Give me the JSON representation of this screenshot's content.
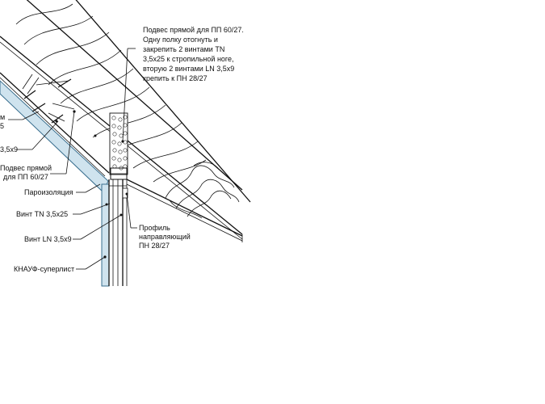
{
  "callouts": {
    "hanger_note": [
      "Подвес прямой для ПП 60/27.",
      "Одну полку отогнуть и",
      "закрепить 2 винтами TN",
      "3,5х25 к стропильной ноге,",
      "вторую 2 винтами LN 3,5х9",
      "крепить к ПН 28/27"
    ],
    "partial_m": "м",
    "partial_5": "5",
    "partial_screw": "3,5х9",
    "hanger_short": [
      "Подвес прямой",
      "для ПП 60/27"
    ],
    "vapor": "Пароизоляция",
    "screw_tn": "Винт TN 3,5х25",
    "screw_ln": "Винт LN 3,5х9",
    "profile": [
      "Профиль",
      "направляющий",
      "ПН 28/27"
    ],
    "superlist": "КНАУФ-суперлист"
  },
  "colors": {
    "board_fill": "#cfe3ee",
    "board_stroke": "#3a6f8f",
    "line": "#111111"
  }
}
